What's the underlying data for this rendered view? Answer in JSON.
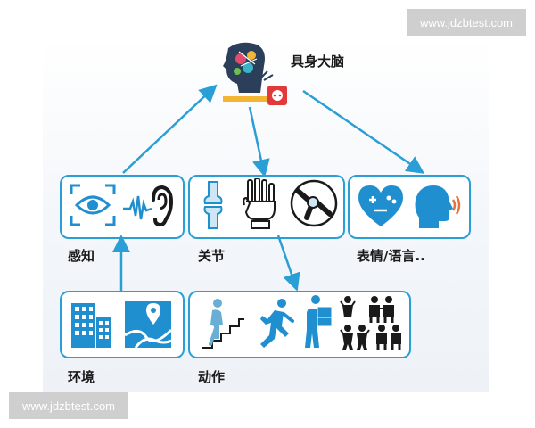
{
  "watermark": {
    "top": "www.jdzbtest.com",
    "bottom": "www.jdzbtest.com"
  },
  "brain": {
    "title": "具身大脑",
    "icon": "robot-brain-icon"
  },
  "modules": [
    {
      "label": "感知",
      "icons": [
        "eye-scan-icon",
        "ear-sound-icon"
      ]
    },
    {
      "label": "关节",
      "icons": [
        "knee-joint-icon",
        "robot-hand-icon",
        "joint-xray-icon"
      ]
    },
    {
      "label": "表情/语言..",
      "icons": [
        "emoji-heart-icon",
        "speaking-head-icon"
      ]
    },
    {
      "label": "环境",
      "icons": [
        "buildings-icon",
        "map-pin-icon"
      ]
    },
    {
      "label": "动作",
      "icons": [
        "climbing-stairs-icon",
        "running-icon",
        "carrying-box-icon",
        "group-gesture-icon"
      ]
    }
  ],
  "colors": {
    "accent": "#2a9fd6",
    "icon_blue": "#1f8fd0",
    "dark": "#1a1a1a"
  }
}
